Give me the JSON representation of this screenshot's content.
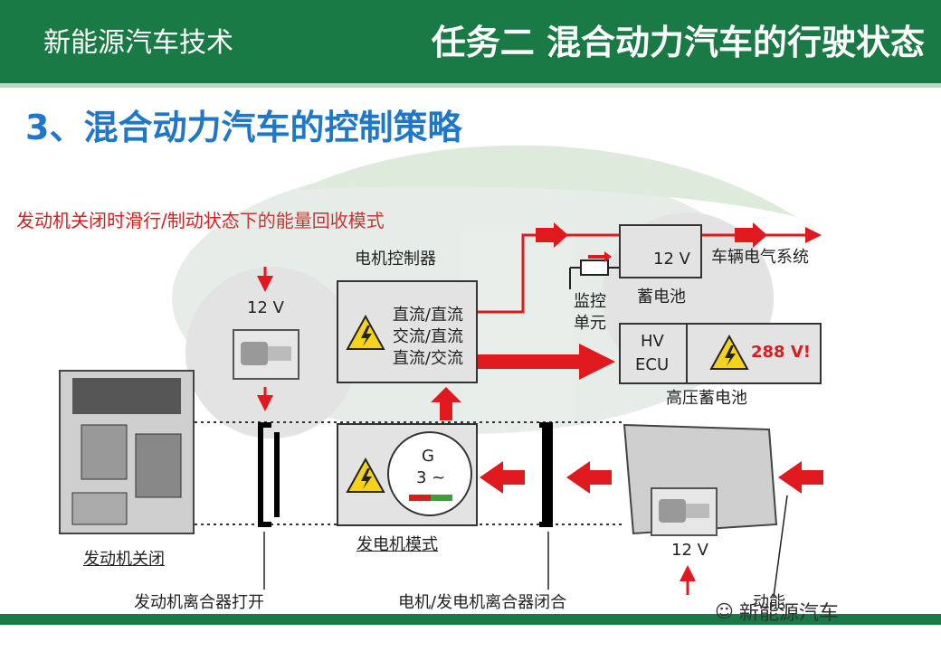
{
  "header": {
    "course": "新能源汽车技术",
    "task": "任务二 混合动力汽车的行驶状态"
  },
  "section_title": "3、混合动力汽车的控制策略",
  "mode_title": "发动机关闭时滑行/制动状态下的能量回收模式",
  "motor_controller": {
    "title": "电机控制器",
    "lines": [
      "直流/直流",
      "交流/直流",
      "直流/交流"
    ]
  },
  "starter": {
    "voltage": "12 V"
  },
  "battery12": {
    "voltage": "12 V",
    "caption": "蓄电池",
    "to_system": "车辆电气系统",
    "monitor": "监控\n单元"
  },
  "hv_battery": {
    "hv": "HV",
    "ecu": "ECU",
    "voltage": "288 V!",
    "caption": "高压蓄电池"
  },
  "generator": {
    "symbol": "G",
    "phase": "3 ~",
    "caption": "发电机模式"
  },
  "engine": {
    "caption": "发动机关闭"
  },
  "clutch_engine": {
    "caption": "发动机离合器打开"
  },
  "clutch_motor": {
    "caption": "电机/发电机离合器闭合"
  },
  "gearbox": {
    "voltage": "12 V",
    "kinetic": "动能"
  },
  "footer": {
    "watermark": "新能源汽车"
  },
  "colors": {
    "green": "#1a7a45",
    "blue": "#1f77c9",
    "red": "#d81e1e",
    "arrow": "#e0191f"
  }
}
